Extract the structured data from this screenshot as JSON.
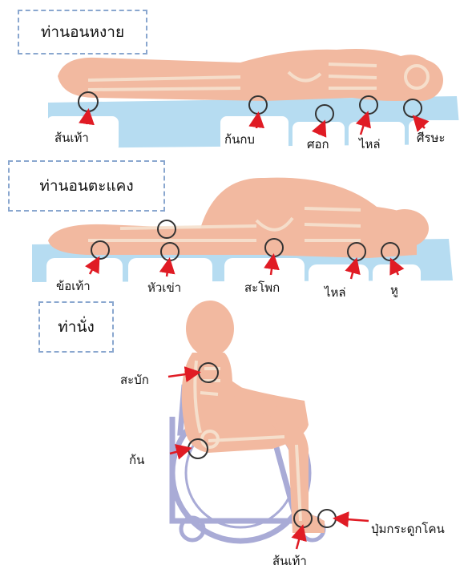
{
  "sections": [
    {
      "title": "ท่านอนหงาย"
    },
    {
      "title": "ท่านอนตะแคง"
    },
    {
      "title": "ท่านั่ง"
    }
  ],
  "supine_labels": [
    "ส้นเท้า",
    "ก้นกบ",
    "ศอก",
    "ไหล่",
    "ศีรษะ"
  ],
  "side_labels": [
    "ข้อเท้า",
    "หัวเข่า",
    "สะโพก",
    "ไหล่",
    "หู"
  ],
  "sitting_labels": [
    "สะบัก",
    "ก้น",
    "ปุ่มกระดูกโคน",
    "ส้นเท้า"
  ],
  "colors": {
    "arrow": "#e01b24",
    "dash": "#8aa7cf",
    "skin": "#f2b9a0",
    "bone": "#f6e2cf",
    "mattress": "#a9d6ef",
    "wheelchair": "#8d8fc9"
  }
}
